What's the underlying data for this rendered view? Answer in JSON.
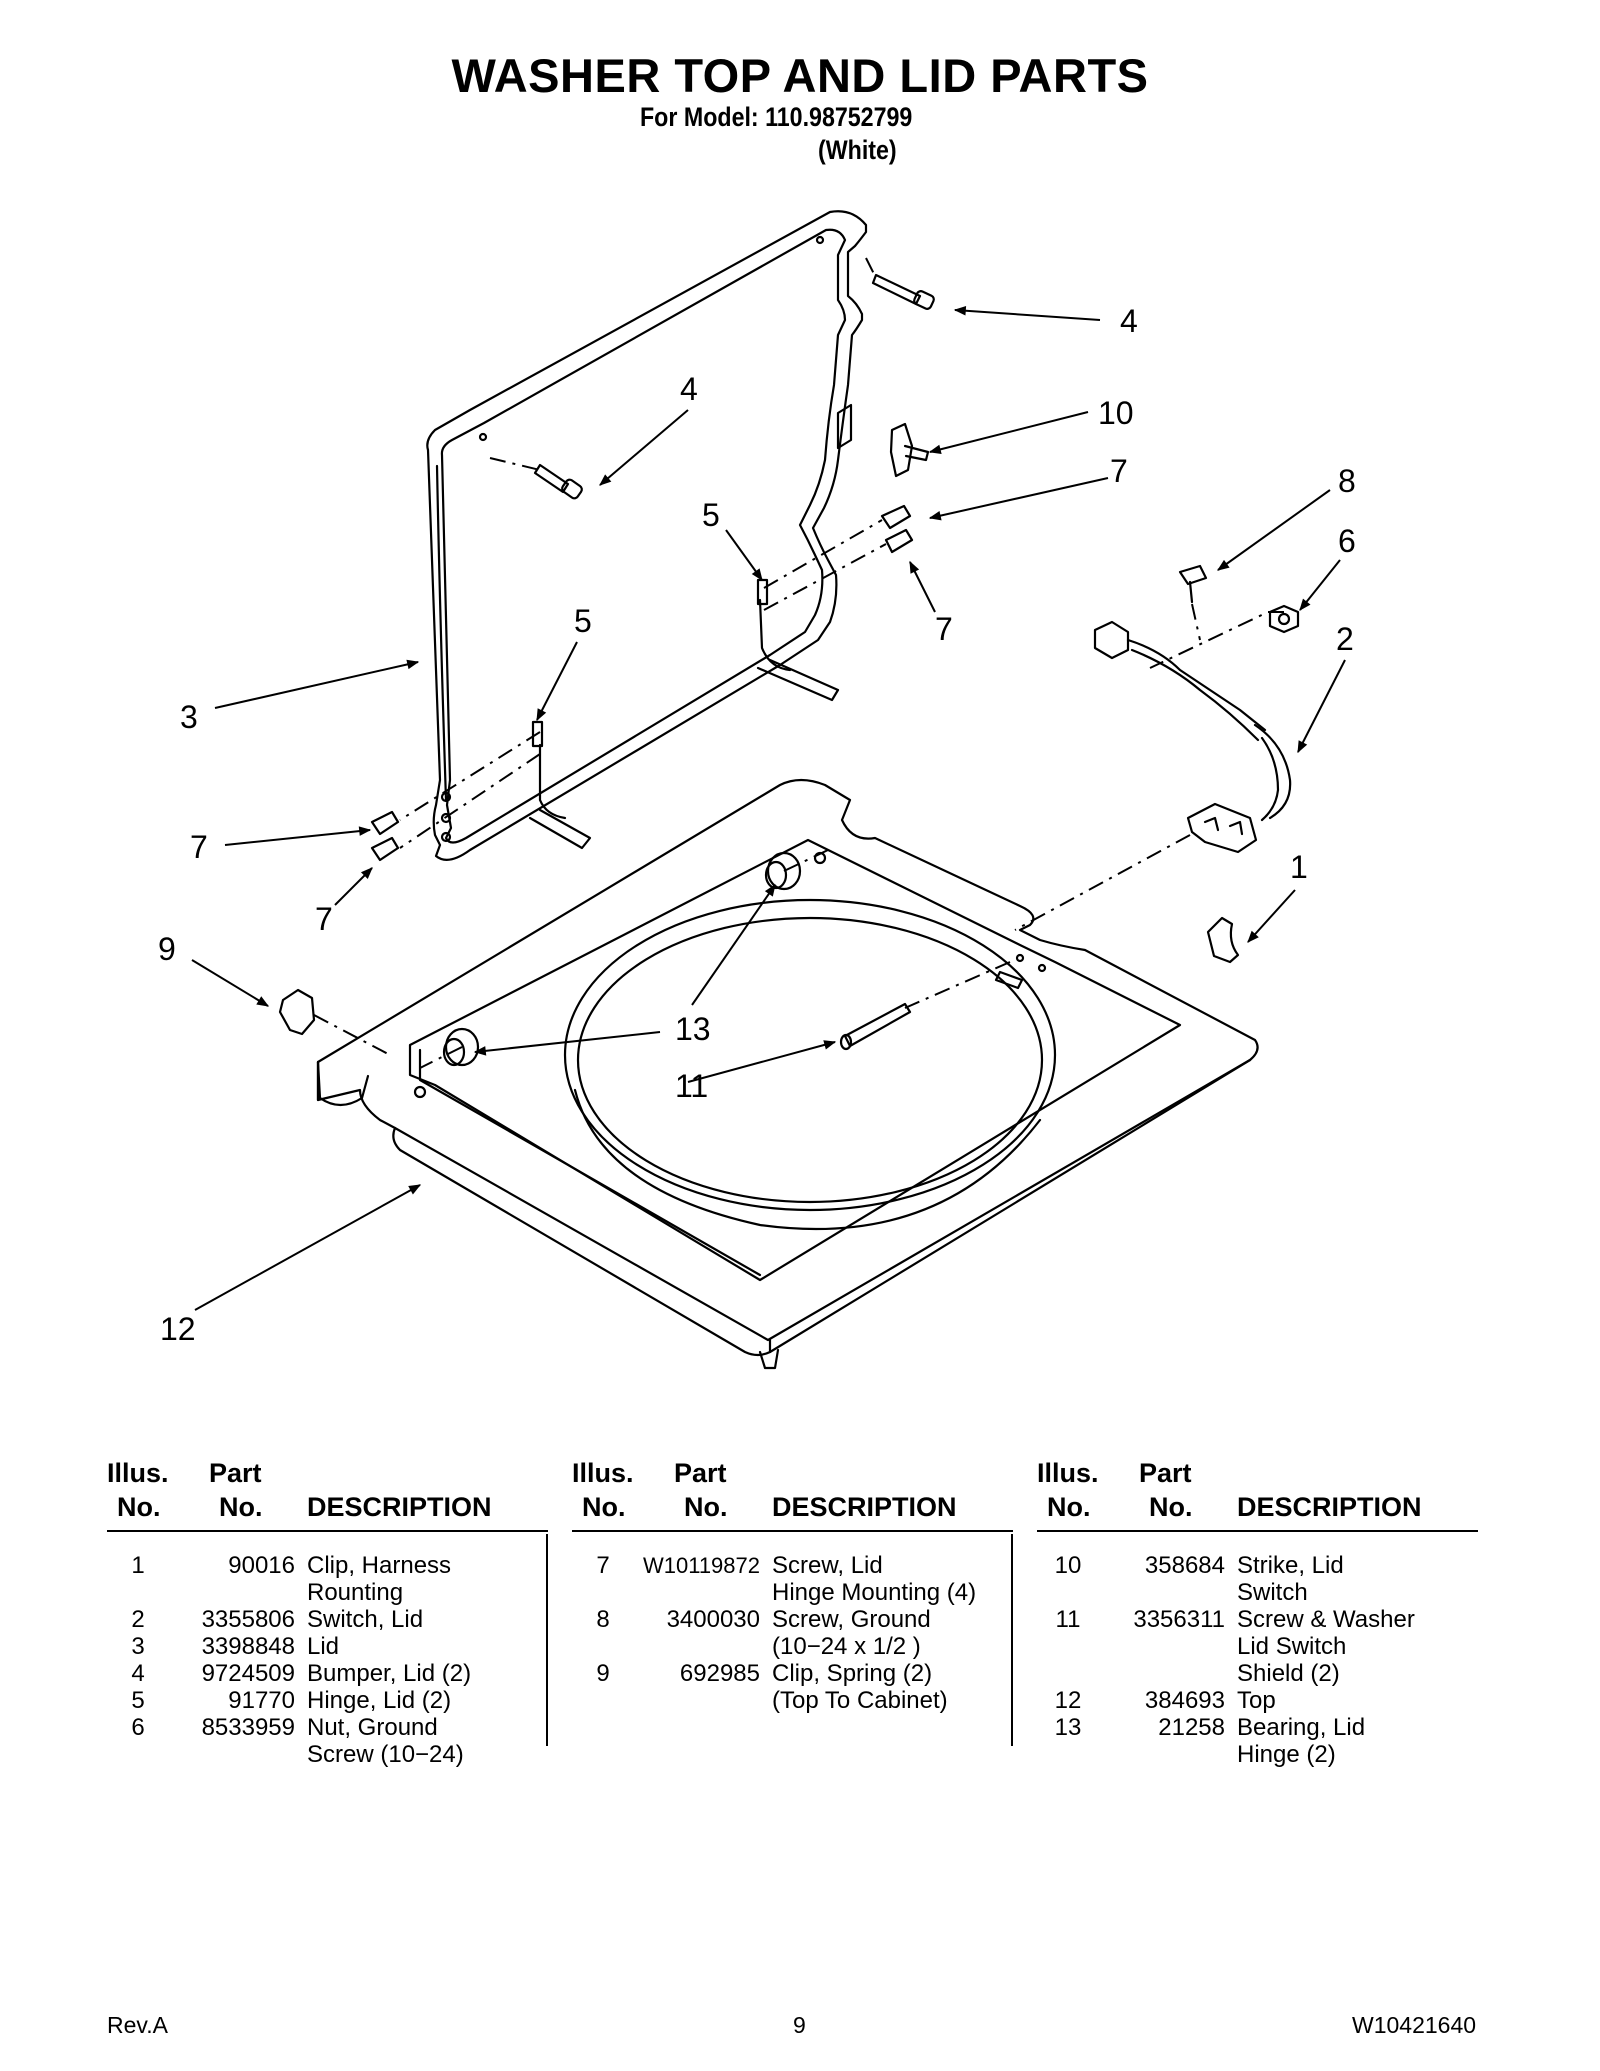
{
  "header": {
    "title": "WASHER TOP AND LID PARTS",
    "model": "For Model: 110.98752799",
    "color": "(White)"
  },
  "diagram": {
    "callouts": [
      "4",
      "4",
      "10",
      "7",
      "5",
      "8",
      "6",
      "7",
      "5",
      "2",
      "3",
      "7",
      "1",
      "7",
      "9",
      "13",
      "11",
      "12"
    ]
  },
  "table": {
    "headers": {
      "illus_1": "Illus.",
      "illus_2": "No.",
      "part_1": "Part",
      "part_2": "No.",
      "description": "DESCRIPTION"
    },
    "columns": [
      [
        {
          "no": "1",
          "part": "90016",
          "desc": [
            "Clip, Harness",
            "Rounting"
          ]
        },
        {
          "no": "2",
          "part": "3355806",
          "desc": [
            "Switch, Lid"
          ]
        },
        {
          "no": "3",
          "part": "3398848",
          "desc": [
            "Lid"
          ]
        },
        {
          "no": "4",
          "part": "9724509",
          "desc": [
            "Bumper, Lid (2)"
          ]
        },
        {
          "no": "5",
          "part": "91770",
          "desc": [
            "Hinge, Lid (2)"
          ]
        },
        {
          "no": "6",
          "part": "8533959",
          "desc": [
            "Nut, Ground",
            "Screw (10−24)"
          ]
        }
      ],
      [
        {
          "no": "7",
          "part": "W10119872",
          "desc": [
            "Screw, Lid",
            "Hinge Mounting (4)"
          ]
        },
        {
          "no": "8",
          "part": "3400030",
          "desc": [
            "Screw, Ground",
            "(10−24 x 1/2 )"
          ]
        },
        {
          "no": "9",
          "part": "692985",
          "desc": [
            "Clip, Spring (2)",
            "(Top To Cabinet)"
          ]
        }
      ],
      [
        {
          "no": "10",
          "part": "358684",
          "desc": [
            "Strike, Lid",
            "Switch"
          ]
        },
        {
          "no": "11",
          "part": "3356311",
          "desc": [
            "Screw & Washer",
            "Lid Switch",
            "Shield (2)"
          ]
        },
        {
          "no": "12",
          "part": "384693",
          "desc": [
            "Top"
          ]
        },
        {
          "no": "13",
          "part": "21258",
          "desc": [
            "Bearing, Lid",
            "Hinge (2)"
          ]
        }
      ]
    ]
  },
  "footer": {
    "rev": "Rev.A",
    "page": "9",
    "doc_number": "W10421640"
  }
}
